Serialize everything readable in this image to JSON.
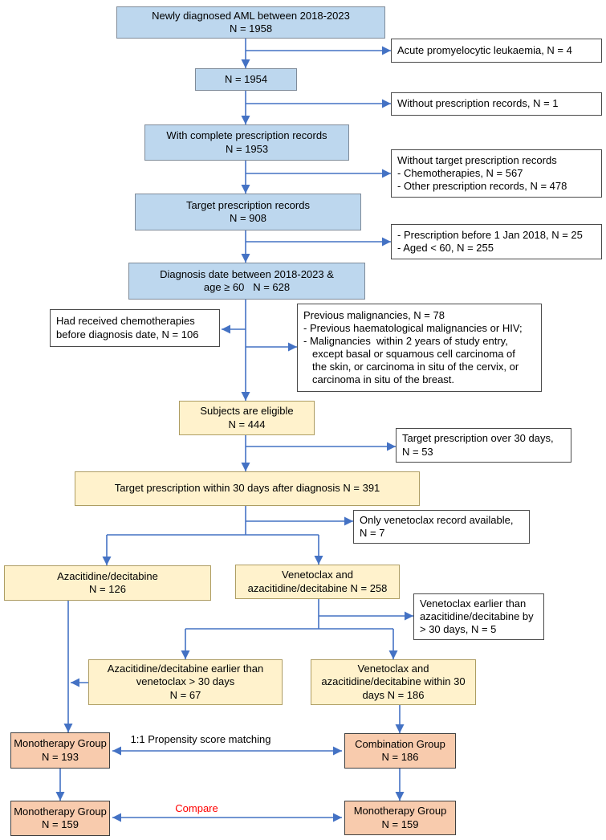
{
  "boxes": {
    "aml": {
      "lines": [
        "Newly diagnosed AML between 2018-2023",
        "N = 1958"
      ]
    },
    "n1954": {
      "lines": [
        "N = 1954"
      ]
    },
    "complete_rx": {
      "lines": [
        "With complete prescription records",
        "N = 1953"
      ]
    },
    "target_rx": {
      "lines": [
        "Target prescription records",
        "N = 908"
      ]
    },
    "diagnosis": {
      "lines": [
        "Diagnosis date between 2018-2023 &",
        "age ≥ 60   N = 628"
      ]
    },
    "eligible": {
      "lines": [
        "Subjects are eligible",
        "N = 444"
      ]
    },
    "within30": {
      "lines": [
        "Target prescription within 30 days after diagnosis N = 391"
      ]
    },
    "aza": {
      "lines": [
        "Azacitidine/decitabine",
        "N = 126"
      ]
    },
    "ven258": {
      "lines": [
        "Venetoclax and",
        "azacitidine/decitabine N = 258"
      ]
    },
    "aza67": {
      "lines": [
        "Azacitidine/decitabine earlier than",
        "venetoclax > 30 days",
        "N = 67"
      ]
    },
    "ven186": {
      "lines": [
        "Venetoclax and",
        "azacitidine/decitabine within 30",
        "days N = 186"
      ]
    },
    "mono193": {
      "lines": [
        "Monotherapy Group",
        "N = 193"
      ]
    },
    "comb186": {
      "lines": [
        "Combination Group",
        "N = 186"
      ]
    },
    "mono159_left": {
      "lines": [
        "Monotherapy Group",
        "N = 159"
      ]
    },
    "mono159_right": {
      "lines": [
        "Monotherapy Group",
        "N = 159"
      ]
    }
  },
  "exclusions": {
    "apl": {
      "lines": [
        "Acute promyelocytic leukaemia, N = 4"
      ]
    },
    "no_rx": {
      "lines": [
        "Without prescription records, N = 1"
      ]
    },
    "no_target_rx": {
      "lines": [
        "Without target prescription records",
        "- Chemotherapies, N = 567",
        "- Other prescription records, N = 478"
      ]
    },
    "before2018": {
      "lines": [
        "- Prescription before 1 Jan 2018, N = 25",
        "- Aged < 60, N = 255"
      ]
    },
    "prior_chemo": {
      "lines": [
        "Had received chemotherapies",
        "before diagnosis date, N = 106"
      ]
    },
    "prev_malig": {
      "lines": [
        "Previous malignancies, N = 78",
        "- Previous haematological malignancies or HIV;",
        "- Malignancies  within 2 years of study entry,",
        "except basal or squamous cell carcinoma of",
        "the skin, or carcinoma in situ of the cervix, or",
        "carcinoma in situ of the breast."
      ]
    },
    "over30": {
      "lines": [
        "Target prescription over 30 days,",
        "N = 53"
      ]
    },
    "only_ven": {
      "lines": [
        "Only venetoclax record available,",
        "N = 7"
      ]
    },
    "ven_earlier": {
      "lines": [
        "Venetoclax earlier than",
        "azacitidine/decitabine by",
        "> 30 days, N = 5"
      ]
    }
  },
  "labels": {
    "matching": "1:1 Propensity score matching",
    "compare": "Compare"
  },
  "colors": {
    "blue_fill": "#BDD7EE",
    "cream_fill": "#FFF2CC",
    "salmon_fill": "#F8CBAD",
    "arrow": "#4472C4",
    "compare_red": "#FF0000"
  }
}
